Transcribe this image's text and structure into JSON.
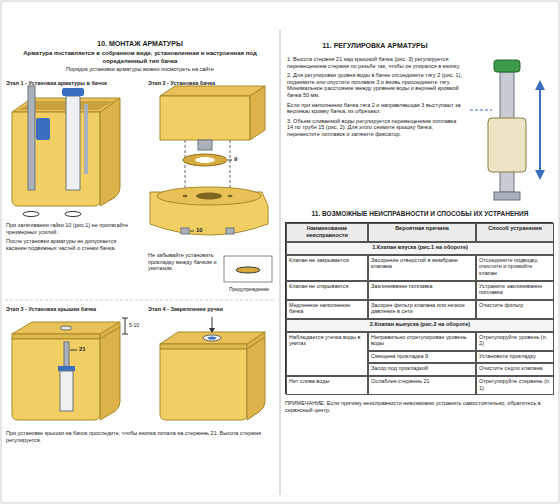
{
  "diagram": {
    "nodes": [
      {
        "text": [
          "11. ВОЗМОЖНЫЕ НЕИСПРАВНОСТИ И СПОСОБЫ ИХ УСТРАНЕНИЯ"
        ]
      },
      {
        "text": [
          "Наименование неисправности"
        ],
        "in": 0
      },
      {
        "text": [
          "Вероятная причина"
        ],
        "in": 0
      },
      {
        "text": [
          "Способ устранения"
        ],
        "in": 0
      },
      {
        "text": [
          "1.Клапан впуска (рис.1 на обороте)"
        ],
        "in": 0
      },
      {
        "text": [
          "Клапан не закрывается"
        ],
        "in": 0
      },
      {
        "text": [
          "Засорение отверстий в мембране клапана"
        ],
        "in": 0
      },
      {
        "text": [
          "Отсоедините подводку, очистите и промойте клапан"
        ],
        "in": 0
      },
      {
        "text": [
          "Клапан не открывается"
        ],
        "in": 0
      },
      {
        "text": [
          "Заклинивание поплавка"
        ],
        "in": 0
      },
      {
        "text": [
          "Устраните заклинивание поплавка"
        ],
        "in": 0
      },
      {
        "text": [
          "Медленное наполнение бачка"
        ],
        "in": 0
      },
      {
        "text": [
          "Засорен фильтр клапана или низкое давление в сети"
        ],
        "in": 0
      },
      {
        "text": [
          "Очистите фильтр"
        ],
        "in": 0
      },
      {
        "text": [
          "2.Клапан выпуска (рис.2 на обороте)"
        ],
        "in": 0
      },
      {
        "text": [
          "Наблюдается утечка воды в унитаз"
        ],
        "in": 0
      },
      {
        "text": [
          "Неправильно отрегулирован уровень воды"
        ],
        "in": 0
      },
      {
        "text": [
          "Отрегулируйте уровень (п. 2)"
        ],
        "in": 0
      },
      {
        "text": [
          "Смещена прокладка 9"
        ],
        "in": 0
      },
      {
        "text": [
          "Установите прокладку"
        ],
        "in": 0
      },
      {
        "text": [
          "Засор под прокладкой"
        ],
        "in": 0
      },
      {
        "text": [
          "Очистите седло клапана"
        ],
        "in": 0
      },
      {
        "text": [
          "Нет слива воды"
        ],
        "in": 0
      },
      {
        "text": [
          "Ослаблен стержень 21"
        ],
        "in": 0
      },
      {
        "text": [
          "Отрегулируйте стержень (п. 1)"
        ],
        "in": 0
      }
    ],
    "labels": [
      "10. МОНТАЖ АРМАТУРЫ",
      "Арматура поставляется в собранном виде, установленная и настроенная под определенный тип бачка",
      "Порядок установки арматуры можно посмотреть на сайте",
      "Этап 1 - Установка арматуры в бачок",
      "Этап 2 - Установка бачка",
      "При затягивании гайки 10 (рис.1) не прилагайте чрезмерных усилий.",
      "После установки арматуры не допускается касание подвижных частей о стенки бачка.",
      "Не забывайте установить прокладку между бачком и унитазом.",
      "Предупреждение",
      "Этап 3 - Установка крышки бачка",
      "Этап 4 - Закрепление ручки",
      "При установке крышки на бачок проследите, чтобы кнопка попала на стержень 21. Высота стержня регулируется.",
      "21",
      "5-10",
      "11. РЕГУЛИРОВКА АРМАТУРЫ",
      "1. Высота стержня 21 над крышкой бачка (рис. 3) регулируется перемещением стержня по резьбе так, чтобы он упирался в кнопку.",
      "2. Для регулировки уровня воды в бачке отсоедините тягу 2 (рис. 1), поднимите или опустите поплавок 3 и вновь присоедините тягу. Минимальное расстояние между уровнем воды и верхней кромкой бачка 50 мм.",
      "Если при наполнении бачка тяга 2 и направляющая 3 выступают за верхнюю кромку бачка, их обрезают.",
      "3. Объем сливаемой воды регулируется перемещением поплавка 14 по трубе 15 (рис. 2). Для этого снимите крышку бачка, переместите поплавок и затяните фиксатор.",
      "ПРИМЕЧАНИЕ: Если причину неисправности невозможно устранить самостоятельно, обратитесь в сервисный центр.",
      "9",
      "10"
    ]
  }
}
